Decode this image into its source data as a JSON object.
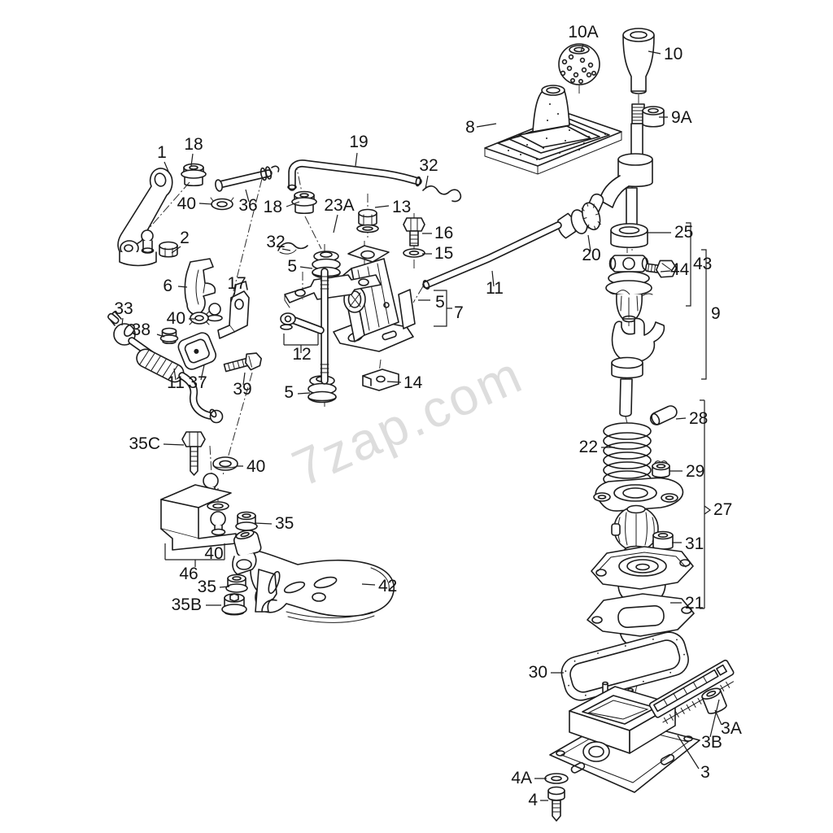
{
  "diagram": {
    "kind": "exploded-parts-diagram",
    "subject": "Manual gearshift mechanism - selector lever and shift linkage",
    "style": "black technical line art on white",
    "colors": {
      "line": "#1c1c1c",
      "background": "#ffffff",
      "watermark": "#c9c9c9"
    },
    "watermark": "7zap.com"
  },
  "callouts": [
    "10A",
    "10",
    "9A",
    "8",
    "1",
    "18",
    "40",
    "36",
    "2",
    "19",
    "32",
    "18",
    "23A",
    "13",
    "16",
    "15",
    "32",
    "5",
    "12",
    "5",
    "7",
    "14",
    "5",
    "11",
    "6",
    "17",
    "40",
    "33",
    "38",
    "11",
    "37",
    "39",
    "20",
    "25",
    "44",
    "43",
    "9",
    "28",
    "22",
    "29",
    "27",
    "31",
    "21",
    "30",
    "3A",
    "3B",
    "3",
    "4A",
    "4",
    "35C",
    "40",
    "35",
    "40",
    "46",
    "35",
    "35B",
    "42"
  ]
}
